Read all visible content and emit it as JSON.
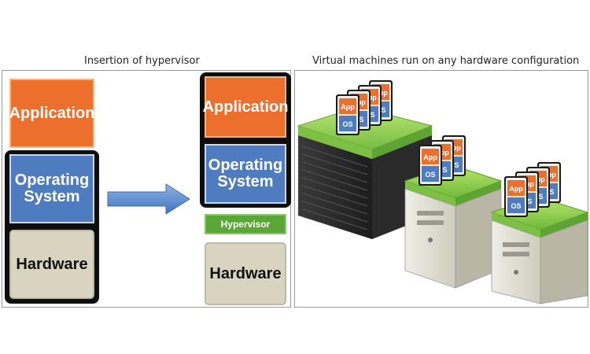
{
  "captions": {
    "left": "Insertion of hypervisor",
    "right": "Virtual machines run on any hardware configuration"
  },
  "before_stack": {
    "application": "Application",
    "operating_system_line1": "Operating",
    "operating_system_line2": "System",
    "hardware": "Hardware"
  },
  "after_stack": {
    "application": "Application",
    "operating_system_line1": "Operating",
    "operating_system_line2": "System",
    "hypervisor": "Hypervisor",
    "hardware": "Hardware"
  },
  "vm_card": {
    "app": "App",
    "os": "OS"
  },
  "colors": {
    "application": "#ec6f2d",
    "operating_system": "#4f7cc0",
    "hardware": "#d8d4c0",
    "hypervisor": "#5aa636",
    "arrow": "#5b8ed0"
  }
}
